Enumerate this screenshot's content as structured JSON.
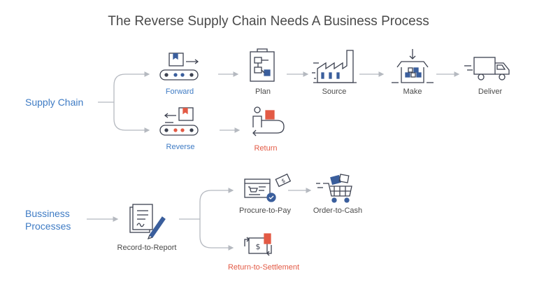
{
  "title": "The Reverse Supply Chain Needs A Business Process",
  "supply_chain": {
    "heading": "Supply Chain",
    "forward": "Forward",
    "plan": "Plan",
    "source": "Source",
    "make": "Make",
    "deliver": "Deliver",
    "reverse": "Reverse",
    "return": "Return"
  },
  "business_processes": {
    "heading_line1": "Bussiness",
    "heading_line2": "Processes",
    "record_to_report": "Record-to-Report",
    "procure_to_pay": "Procure-to-Pay",
    "order_to_cash": "Order-to-Cash",
    "return_to_settlement": "Return-to-Settlement"
  },
  "colors": {
    "text": "#4a4a4a",
    "blue_label": "#3e7bc4",
    "red_label": "#e35a45",
    "icon_stroke": "#3d4250",
    "icon_accent_blue": "#3a5e9c",
    "icon_accent_red": "#e35a45",
    "connector": "#b5b9c0"
  }
}
